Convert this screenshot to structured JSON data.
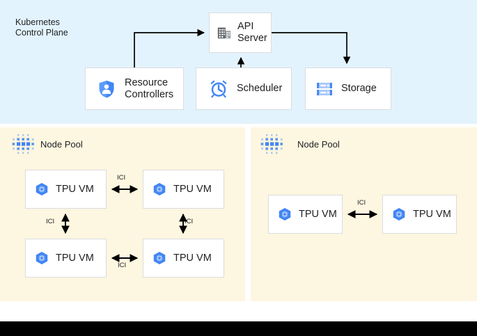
{
  "control_plane": {
    "title": "Kubernetes\nControl Plane",
    "background_color": "#e3f3fd",
    "boxes": [
      {
        "id": "api-server",
        "label": "API\nServer",
        "icon": "building-icon",
        "icon_color": "#5f6368"
      },
      {
        "id": "resource-controllers",
        "label": "Resource\nControllers",
        "icon": "shield-user-icon",
        "icon_color": "#4285f4"
      },
      {
        "id": "scheduler",
        "label": "Scheduler",
        "icon": "alarm-clock-icon",
        "icon_color": "#4285f4"
      },
      {
        "id": "storage",
        "label": "Storage",
        "icon": "server-rack-icon",
        "icon_color": "#4285f4"
      }
    ],
    "connections": [
      {
        "from": "resource-controllers",
        "to": "api-server",
        "style": "elbow-up-right"
      },
      {
        "from": "scheduler",
        "to": "api-server",
        "style": "straight-up"
      },
      {
        "from": "api-server",
        "to": "storage",
        "style": "elbow-right-down"
      }
    ]
  },
  "node_pools": [
    {
      "id": "node-pool-left",
      "title": "Node Pool",
      "icon": "dot-grid-icon",
      "icon_color": "#4285f4",
      "background_color": "#fdf6e0",
      "vms": [
        {
          "id": "tpu-vm-a",
          "label": "TPU VM",
          "icon": "tpu-hexagon-icon"
        },
        {
          "id": "tpu-vm-b",
          "label": "TPU VM",
          "icon": "tpu-hexagon-icon"
        },
        {
          "id": "tpu-vm-c",
          "label": "TPU VM",
          "icon": "tpu-hexagon-icon"
        },
        {
          "id": "tpu-vm-d",
          "label": "TPU VM",
          "icon": "tpu-hexagon-icon"
        }
      ],
      "links": [
        {
          "label": "ICI",
          "from": "tpu-vm-a",
          "to": "tpu-vm-b",
          "direction": "bidirectional"
        },
        {
          "label": "ICI",
          "from": "tpu-vm-a",
          "to": "tpu-vm-c",
          "direction": "bidirectional"
        },
        {
          "label": "ICI",
          "from": "tpu-vm-b",
          "to": "tpu-vm-d",
          "direction": "bidirectional"
        },
        {
          "label": "ICI",
          "from": "tpu-vm-c",
          "to": "tpu-vm-d",
          "direction": "bidirectional"
        }
      ]
    },
    {
      "id": "node-pool-right",
      "title": "Node Pool",
      "icon": "dot-grid-icon",
      "icon_color": "#4285f4",
      "background_color": "#fdf6e0",
      "vms": [
        {
          "id": "tpu-vm-e",
          "label": "TPU VM",
          "icon": "tpu-hexagon-icon"
        },
        {
          "id": "tpu-vm-f",
          "label": "TPU VM",
          "icon": "tpu-hexagon-icon"
        }
      ],
      "links": [
        {
          "label": "ICI",
          "from": "tpu-vm-e",
          "to": "tpu-vm-f",
          "direction": "bidirectional"
        }
      ]
    }
  ],
  "colors": {
    "accent_blue": "#4285f4",
    "panel_blue": "#e3f3fd",
    "panel_cream": "#fdf6e0",
    "box_border": "#dadce0",
    "text": "#202124",
    "arrow": "#000000",
    "bottom_bar": "#000000"
  }
}
